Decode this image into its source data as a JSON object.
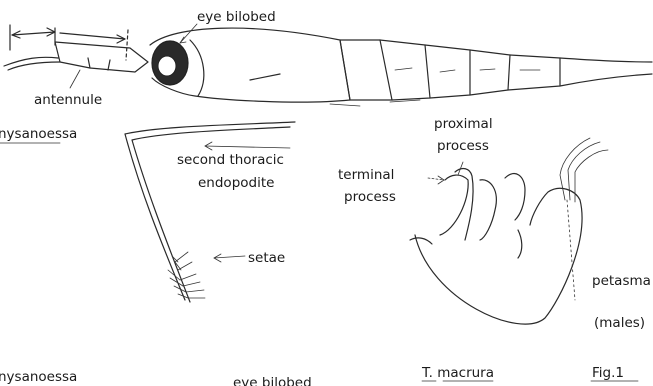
{
  "labels": {
    "eye_bilobed": "eye bilobed",
    "antennule": "antennule",
    "genus_top": "nysanoessa",
    "second_thoracic_line1": "second thoracic",
    "second_thoracic_line2": "endopodite",
    "setae": "setae",
    "proximal_line1": "proximal",
    "proximal_line2": "process",
    "terminal_line1": "terminal",
    "terminal_line2": "process",
    "petasma": "petasma",
    "males": "(males)",
    "genus_bottom": "nysanoessa",
    "eye_bilobed_bottom": "eye bilobed",
    "species": "T. macrura",
    "figure": "Fig.1"
  }
}
